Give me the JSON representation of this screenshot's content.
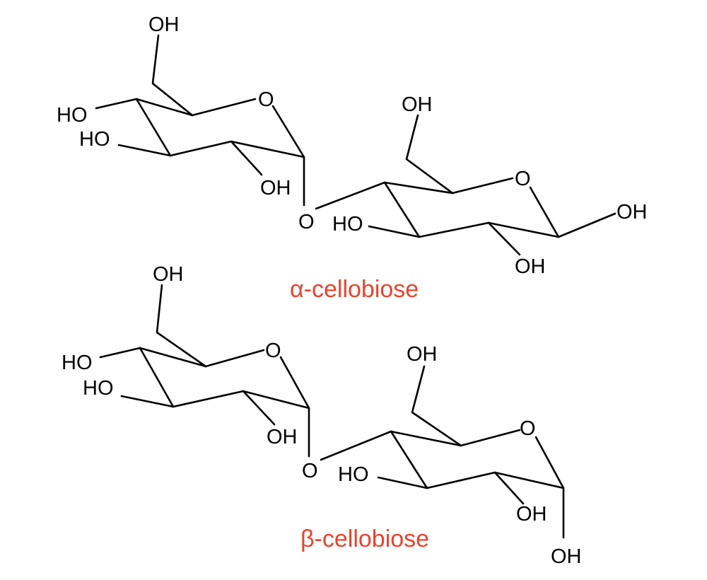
{
  "colors": {
    "bond": "#000000",
    "label": "#e8442e"
  },
  "alpha": {
    "name": "α-cellobiose",
    "ring1": {
      "ch2oh": "OH",
      "c4": "HO",
      "c3": "HO",
      "ring_o": "O",
      "c2": "OH"
    },
    "link_o": "O",
    "ring2": {
      "ch2oh": "OH",
      "c3": "HO",
      "ring_o": "O",
      "c1": "OH",
      "c2": "OH"
    }
  },
  "beta": {
    "name": "β-cellobiose",
    "ring1": {
      "ch2oh": "OH",
      "c4": "HO",
      "c3": "HO",
      "ring_o": "O",
      "c2": "OH"
    },
    "link_o": "O",
    "ring2": {
      "ch2oh": "OH",
      "c3": "HO",
      "ring_o": "O",
      "c2": "OH",
      "c1": "OH"
    }
  }
}
